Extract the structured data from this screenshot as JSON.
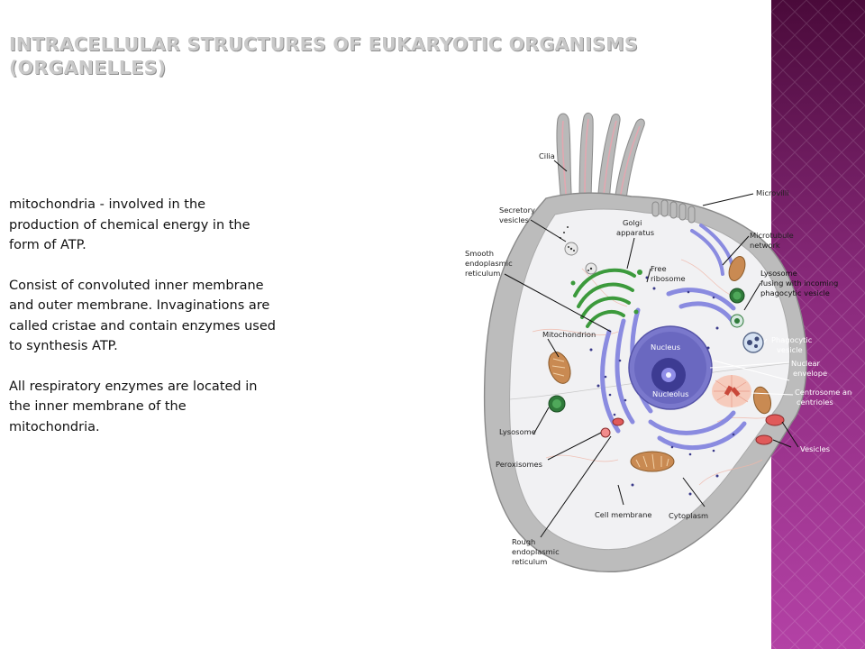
{
  "slide": {
    "title_lines": [
      "Intracellular structures of Eukaryotic organisms",
      "(organelles)"
    ],
    "paragraphs": [
      "mitochondria - involved in the production of chemical energy in the form of ATP.",
      "Consist of convoluted inner membrane and outer membrane. Invaginations are called cristae and contain enzymes used to synthesis ATP.",
      "All respiratory enzymes are located in the inner membrane of the mitochondria."
    ]
  },
  "diagram": {
    "labels": {
      "cilia": "Cilia",
      "microvilli": "Microvilli",
      "secretory_vesicles": [
        "Secretory",
        "vesicles"
      ],
      "golgi_apparatus": [
        "Golgi",
        "apparatus"
      ],
      "smooth_er": [
        "Smooth",
        "endoplasmic",
        "reticulum"
      ],
      "free_ribosome": [
        "Free",
        "ribosome"
      ],
      "microtubule_network": [
        "Microtubule",
        "network"
      ],
      "lysosome_fusing": [
        "Lysosome",
        "fusing with incoming",
        "phagocytic vesicle"
      ],
      "mitochondrion": "Mitochondrion",
      "nucleus": "Nucleus",
      "nucleolus": "Nucleolus",
      "phagocytic_vesicle": [
        "Phagocytic",
        "vesicle"
      ],
      "nuclear_envelope": [
        "Nuclear",
        "envelope"
      ],
      "centrosome": [
        "Centrosome and",
        "centrioles"
      ],
      "lysosome": "Lysosome",
      "peroxisomes": "Peroxisomes",
      "vesicles": "Vesicles",
      "cell_membrane": "Cell membrane",
      "cytoplasm": "Cytoplasm",
      "rough_er": [
        "Rough",
        "endoplasmic",
        "reticulum"
      ]
    }
  },
  "colors": {
    "title": "#c9c9c9",
    "band_dark": "#4a0a3a",
    "band_light": "#b341a5",
    "cell_membrane": "#b9b9b9",
    "cytoplasm": "#f1f1f3",
    "nucleus": "#6a68c0",
    "er": "#8a8be0",
    "golgi": "#3c9a3c",
    "mitochondrion": "#c98a52"
  }
}
